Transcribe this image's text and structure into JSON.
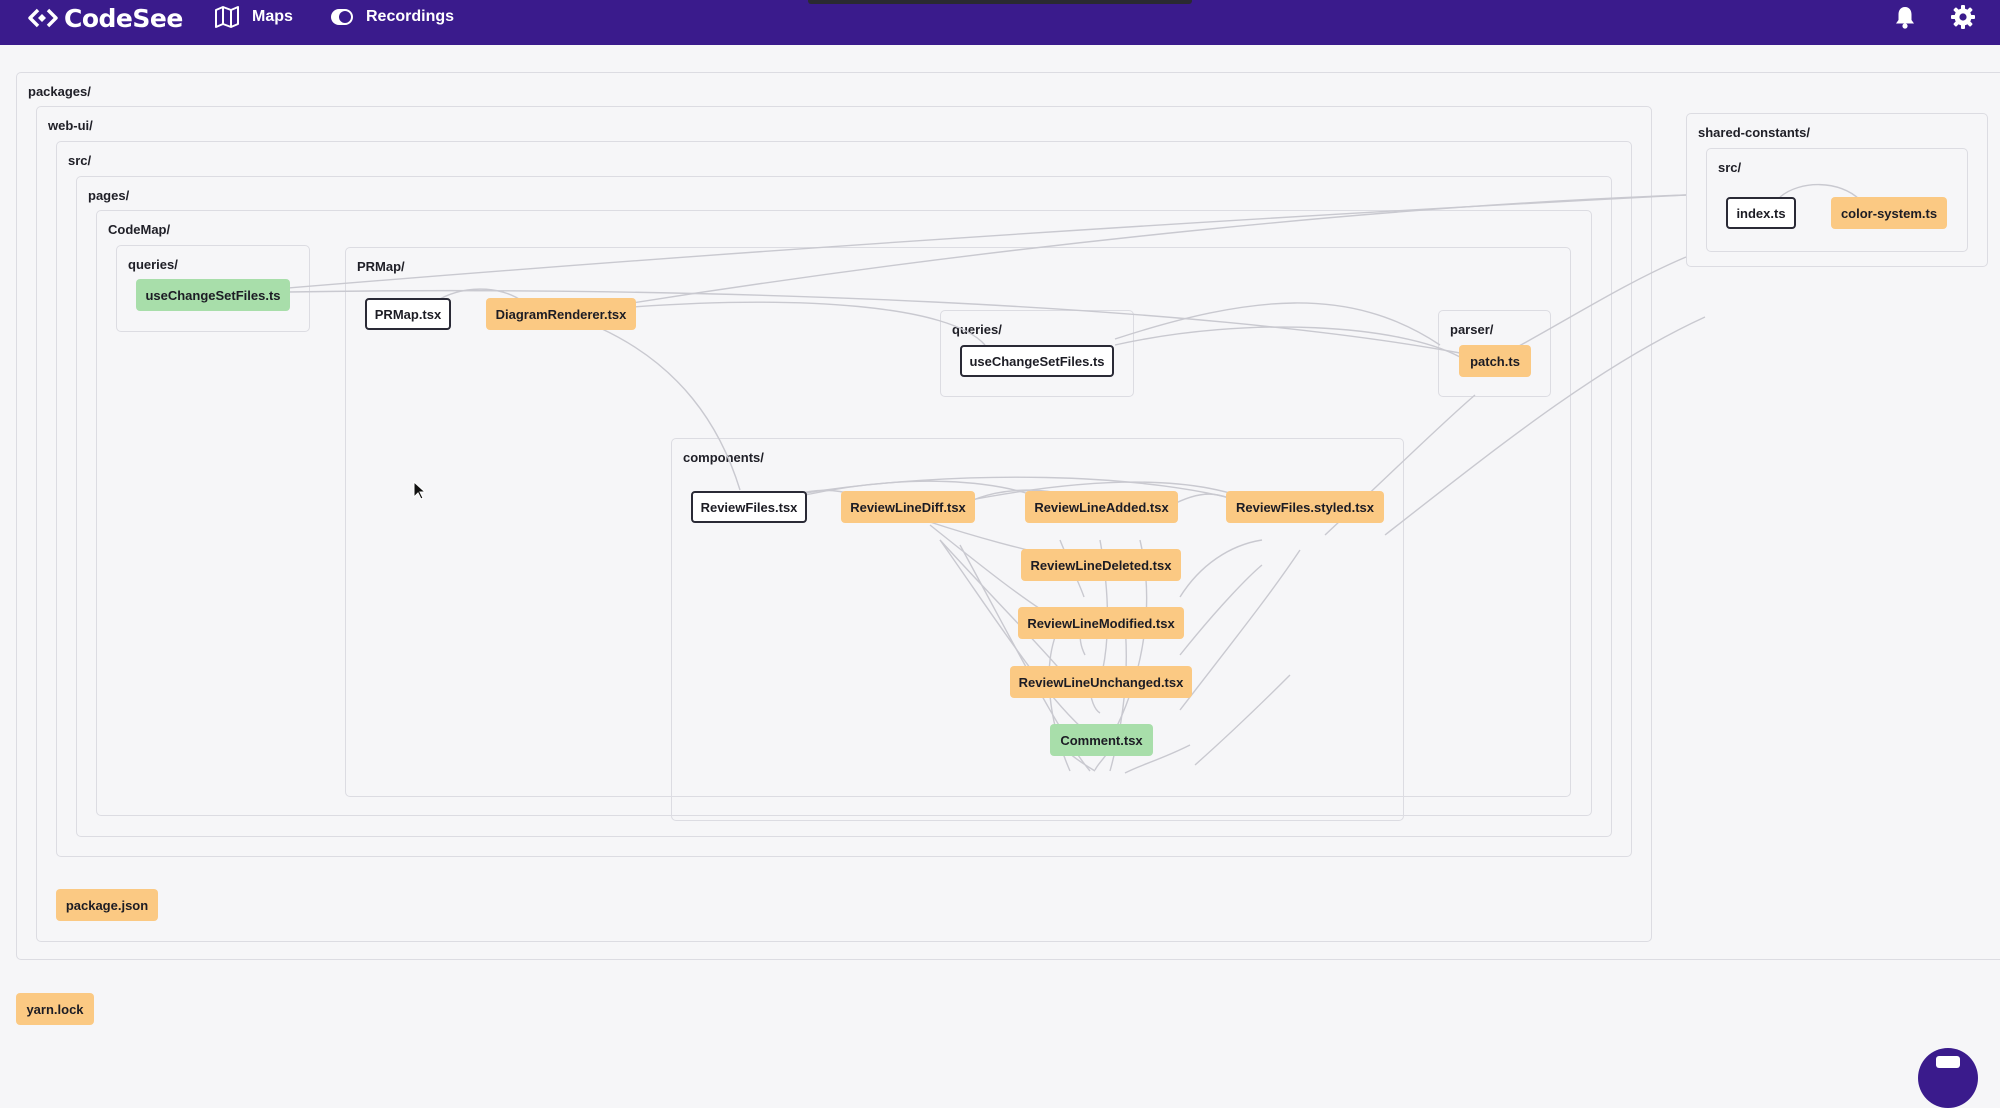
{
  "app": {
    "brand": "CodeSee",
    "nav": {
      "maps": "Maps",
      "recordings": "Recordings"
    },
    "icons": [
      "codesee-logo-icon",
      "map-icon",
      "recordings-toggle-icon",
      "bell-icon",
      "gear-icon",
      "chat-icon"
    ]
  },
  "colors": {
    "topbar": "#3a1b8c",
    "changed_file": "#fbc983",
    "added_file": "#a8deaa",
    "outlined_file": "#ffffff",
    "edge": "#c9c9d0"
  },
  "map": {
    "folders": {
      "packages": "packages/",
      "web_ui": "web-ui/",
      "src": "src/",
      "pages": "pages/",
      "codemap": "CodeMap/",
      "codemap_queries": "queries/",
      "prmap": "PRMap/",
      "prmap_queries": "queries/",
      "parser": "parser/",
      "components": "components/",
      "shared_constants": "shared-constants/",
      "shared_src": "src/"
    },
    "files": {
      "codemap_use_change_set_files": "useChangeSetFiles.ts",
      "prmap": "PRMap.tsx",
      "diagram_renderer": "DiagramRenderer.tsx",
      "prmap_use_change_set_files": "useChangeSetFiles.ts",
      "patch": "patch.ts",
      "review_files": "ReviewFiles.tsx",
      "review_line_diff": "ReviewLineDiff.tsx",
      "review_line_added": "ReviewLineAdded.tsx",
      "review_files_styled": "ReviewFiles.styled.tsx",
      "review_line_deleted": "ReviewLineDeleted.tsx",
      "review_line_modified": "ReviewLineModified.tsx",
      "review_line_unchanged": "ReviewLineUnchanged.tsx",
      "comment": "Comment.tsx",
      "index": "index.ts",
      "color_system": "color-system.ts",
      "package_json": "package.json",
      "yarn_lock": "yarn.lock"
    }
  }
}
